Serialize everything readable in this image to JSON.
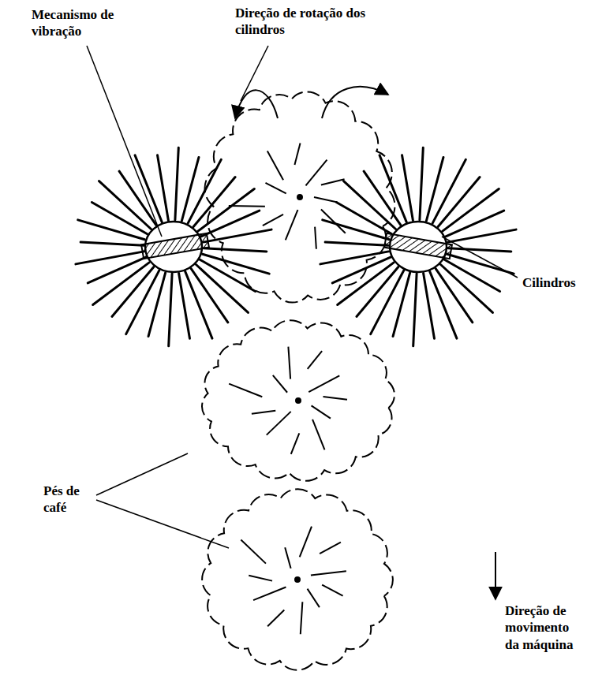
{
  "diagram": {
    "labels": [
      "Mecanismo de vibração",
      "Direção de rotação dos cilindros",
      "Cilindros",
      "Pés de café",
      "Direção de movimento da máquina"
    ]
  }
}
